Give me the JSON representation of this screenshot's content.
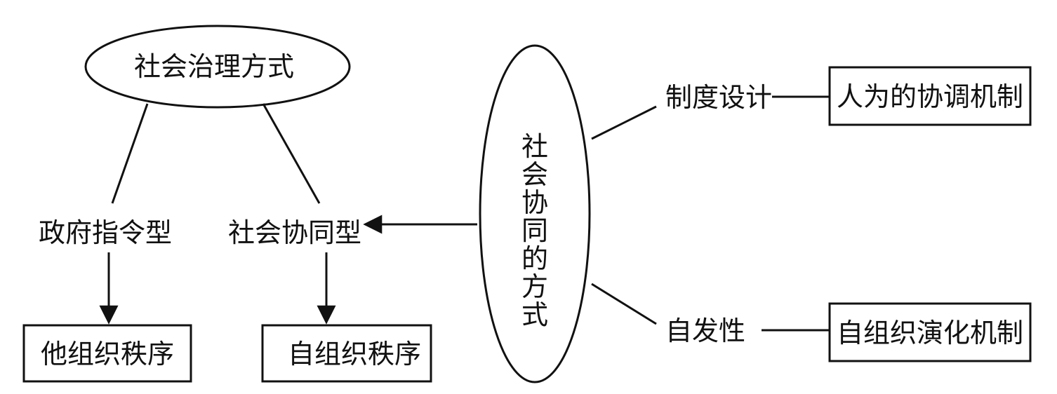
{
  "diagram": {
    "governance_modes": "社会治理方式",
    "government_command": "政府指令型",
    "social_collaboration_type": "社会协同型",
    "hetero_organized_order": "他组织秩序",
    "self_organized_order": "自组织秩序",
    "social_collaboration_way": [
      "社",
      "会",
      "协",
      "同",
      "的",
      "方",
      "式"
    ],
    "institutional_design": "制度设计",
    "spontaneity": "自发性",
    "artificial_coordination": "人为的协调机制",
    "self_organized_evolution": "自组织演化机制"
  }
}
